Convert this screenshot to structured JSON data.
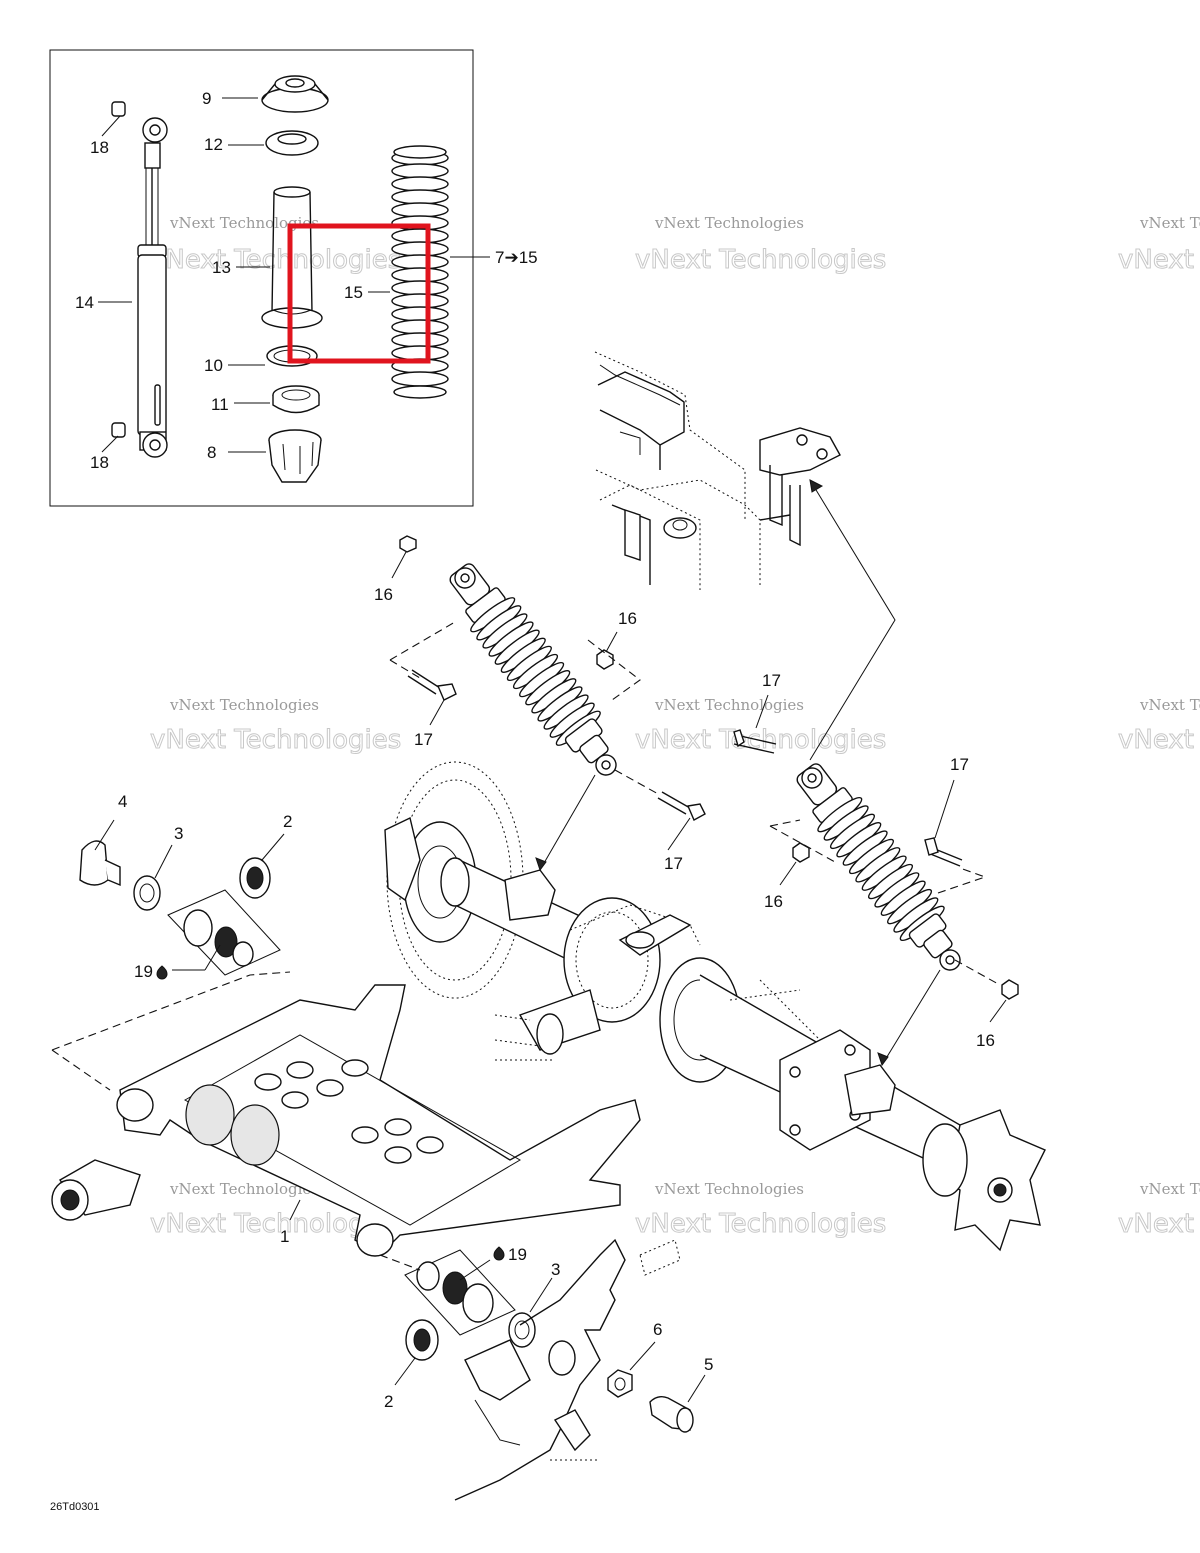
{
  "diagram_code": "26Td0301",
  "watermark_text": "vNext Technologies",
  "highlight_color": "#e0141e",
  "inset_labels": {
    "p9": "9",
    "p12": "12",
    "p18a": "18",
    "p13": "13",
    "p14": "14",
    "p15": "15",
    "p7to15": "7➔15",
    "p10": "10",
    "p11": "11",
    "p18b": "18",
    "p8": "8"
  },
  "main_labels": {
    "p16a": "16",
    "p16b": "16",
    "p16c": "16",
    "p16d": "16",
    "p17a": "17",
    "p17b": "17",
    "p17c": "17",
    "p17d": "17",
    "p4": "4",
    "p3a": "3",
    "p2a": "2",
    "p19a": "19",
    "p1": "1",
    "p19b": "19",
    "p3b": "3",
    "p6": "6",
    "p5": "5",
    "p2b": "2"
  }
}
